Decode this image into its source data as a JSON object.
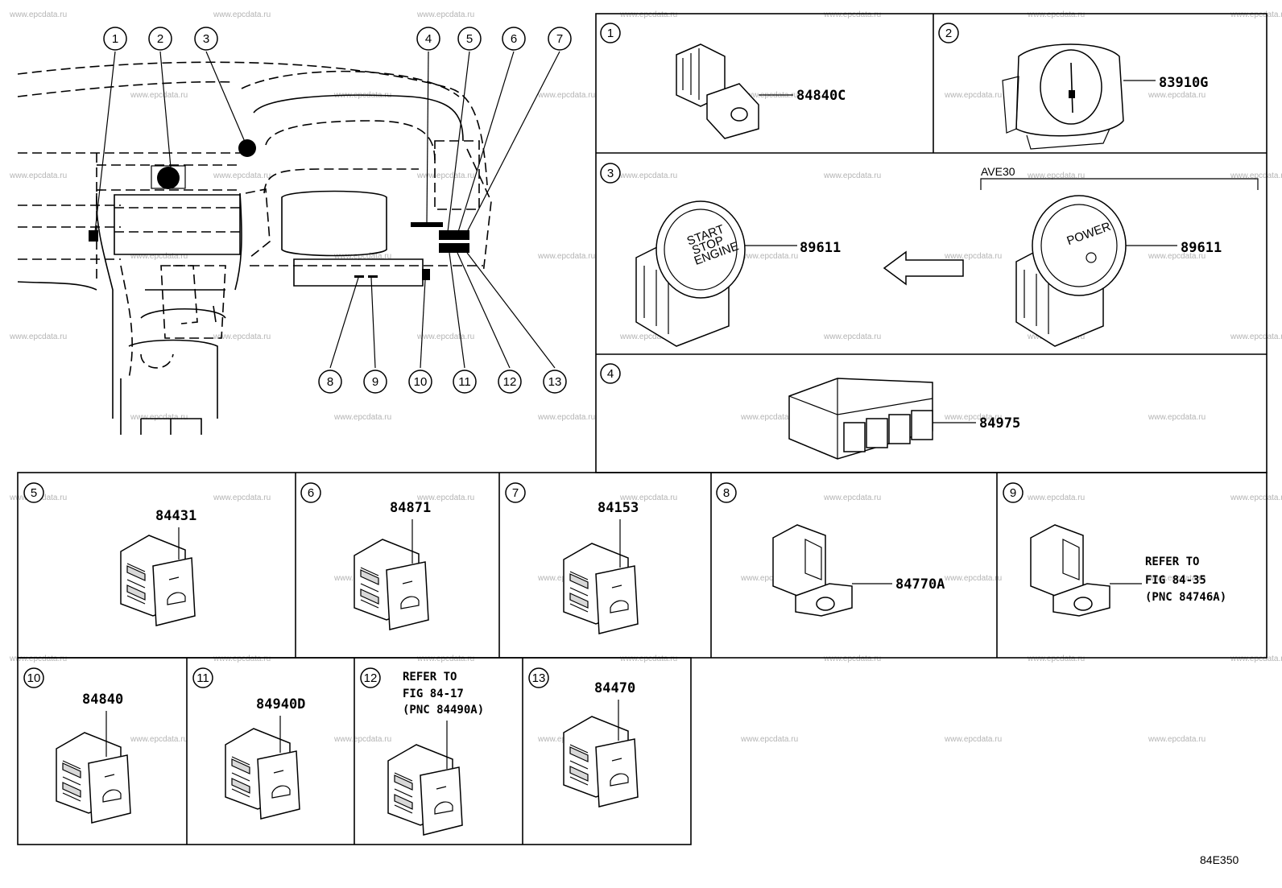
{
  "watermark": "www.epcdata.ru",
  "figure_code": "84E350",
  "callouts_overview": [
    "1",
    "2",
    "3",
    "4",
    "5",
    "6",
    "7",
    "8",
    "9",
    "10",
    "11",
    "12",
    "13"
  ],
  "panels": [
    {
      "num": "1",
      "part": "84840C"
    },
    {
      "num": "2",
      "part": "83910G"
    },
    {
      "num": "3",
      "part": "89611",
      "part_alt": "89611",
      "variant": "AVE30",
      "button_text": [
        "START",
        "STOP",
        "ENGINE"
      ],
      "alt_button_text": "POWER"
    },
    {
      "num": "4",
      "part": "84975"
    },
    {
      "num": "5",
      "part": "84431"
    },
    {
      "num": "6",
      "part": "84871"
    },
    {
      "num": "7",
      "part": "84153"
    },
    {
      "num": "8",
      "part": "84770A"
    },
    {
      "num": "9",
      "note": [
        "REFER TO",
        "FIG 84-35",
        "(PNC 84746A)"
      ]
    },
    {
      "num": "10",
      "part": "84840"
    },
    {
      "num": "11",
      "part": "84940D"
    },
    {
      "num": "12",
      "note": [
        "REFER TO",
        "FIG 84-17",
        "(PNC 84490A)"
      ]
    },
    {
      "num": "13",
      "part": "84470"
    }
  ]
}
